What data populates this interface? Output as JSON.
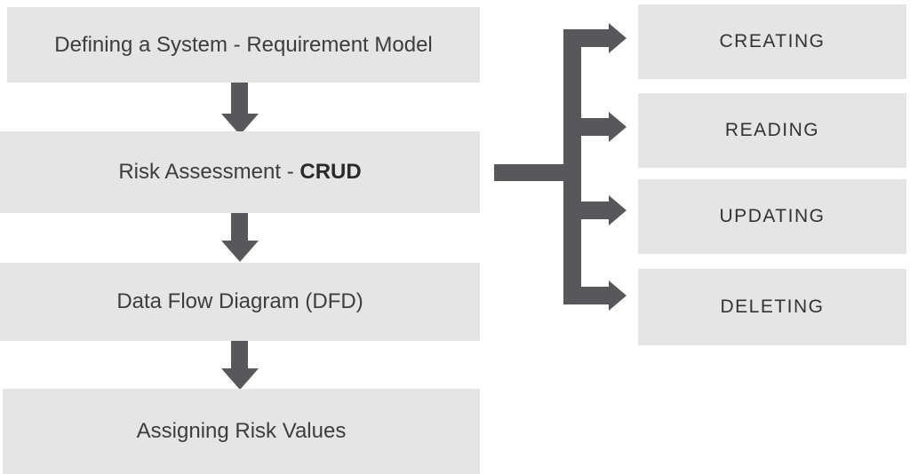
{
  "theme": {
    "bg": "#ffffff",
    "box_fill": "#e5e5e5",
    "arrow_color": "#58585a",
    "text_color": "#3d3d3d"
  },
  "flow": {
    "steps": [
      {
        "label": "Defining a System - Requirement Model"
      },
      {
        "label_prefix": "Risk Assessment - ",
        "label_bold": "CRUD"
      },
      {
        "label": "Data Flow Diagram (DFD)"
      },
      {
        "label": "Assigning Risk Values"
      }
    ]
  },
  "crud_operations": [
    {
      "label": "CREATING"
    },
    {
      "label": "READING"
    },
    {
      "label": "UPDATING"
    },
    {
      "label": "DELETING"
    }
  ]
}
